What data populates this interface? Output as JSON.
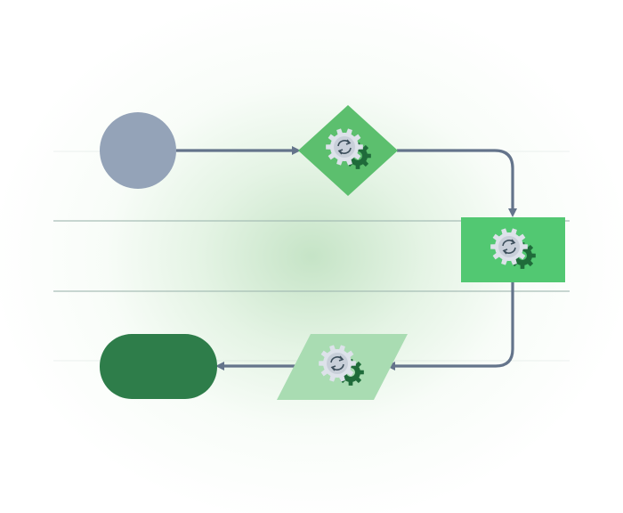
{
  "diagram": {
    "type": "flowchart",
    "colors": {
      "background_glow": "#7dbf7f",
      "guide_line": "#9fb7b0",
      "connector": "#64748b",
      "start_node": "#94a3b8",
      "decision_node": "#5cbf6e",
      "process_node": "#52c872",
      "io_node": "#a9dcb2",
      "end_node": "#2e7d4a",
      "gear_light": "#dde2ea",
      "gear_dark": "#1f6b3a",
      "refresh_symbol": "#3d4f5c"
    },
    "nodes": [
      {
        "id": "start",
        "shape": "circle",
        "label": ""
      },
      {
        "id": "decision",
        "shape": "diamond",
        "icon": "gear-refresh-icon",
        "label": ""
      },
      {
        "id": "process",
        "shape": "rectangle",
        "icon": "gear-refresh-icon",
        "label": ""
      },
      {
        "id": "io",
        "shape": "parallelogram",
        "icon": "gear-refresh-icon",
        "label": ""
      },
      {
        "id": "end",
        "shape": "rounded-terminal",
        "label": ""
      }
    ],
    "edges": [
      {
        "from": "start",
        "to": "decision"
      },
      {
        "from": "decision",
        "to": "process"
      },
      {
        "from": "process",
        "to": "io"
      },
      {
        "from": "io",
        "to": "end"
      }
    ]
  }
}
